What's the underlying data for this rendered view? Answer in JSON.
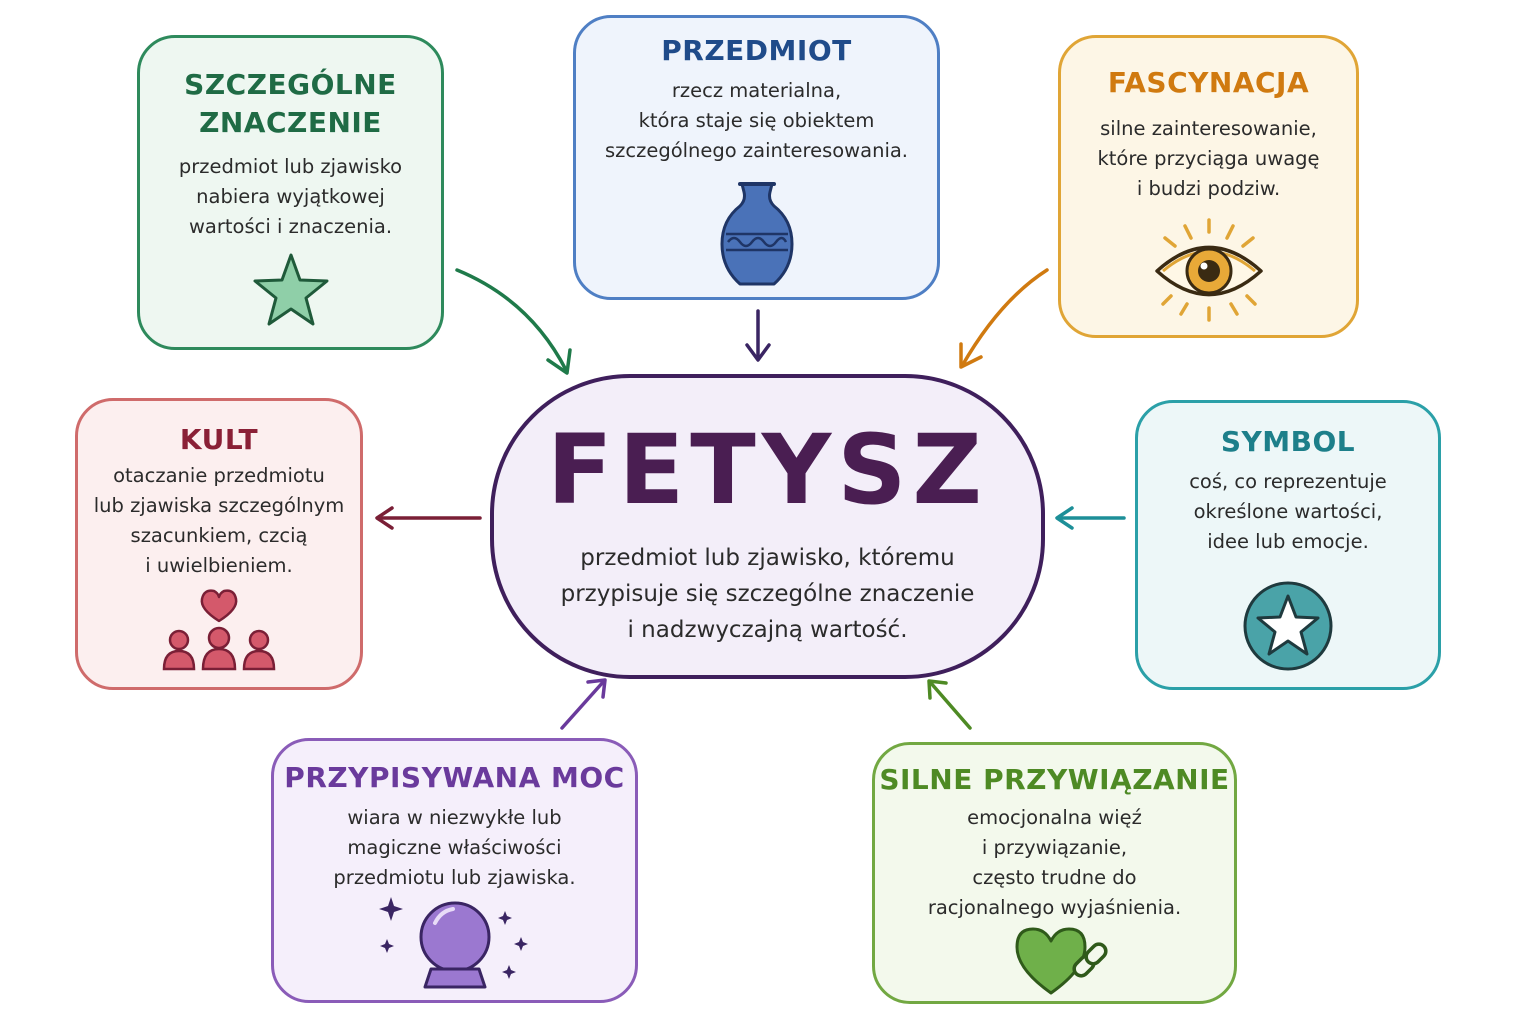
{
  "center": {
    "title": "FETYSZ",
    "description": "przedmiot lub zjawisko, któremu\nprzypisuje się szczególne znaczenie\ni nadzwyczajną wartość."
  },
  "nodes": {
    "szczegolne": {
      "title": "SZCZEGÓLNE\nZNACZENIE",
      "text": "przedmiot lub zjawisko\nnabiera wyjątkowej\nwartości i znaczenia.",
      "icon": "star-icon",
      "color": "#2e8a5c"
    },
    "przedmiot": {
      "title": "PRZEDMIOT",
      "text": "rzecz materialna,\nktóra staje się obiektem\nszczególnego zainteresowania.",
      "icon": "vase-icon",
      "color": "#4f7fc4"
    },
    "fascynacja": {
      "title": "FASCYNACJA",
      "text": "silne zainteresowanie,\nktóre przyciąga uwagę\ni budzi podziw.",
      "icon": "eye-icon",
      "color": "#e0a536"
    },
    "kult": {
      "title": "KULT",
      "text": "otaczanie przedmiotu\nlub zjawiska szczególnym\nszacunkiem, czcią\ni uwielbieniem.",
      "icon": "people-heart-icon",
      "color": "#cf6b6b"
    },
    "symbol": {
      "title": "SYMBOL",
      "text": "coś, co reprezentuje\nokreślone wartości,\nidee lub emocje.",
      "icon": "star-badge-icon",
      "color": "#2ba0a8"
    },
    "moc": {
      "title": "PRZYPISYWANA MOC",
      "text": "wiara w niezwykłe lub\nmagiczne właściwości\nprzedmiotu lub zjawiska.",
      "icon": "crystal-ball-icon",
      "color": "#8a5cb8"
    },
    "przywiazanie": {
      "title": "SILNE PRZYWIĄZANIE",
      "text": "emocjonalna więź\ni przywiązanie,\nczęsto trudne do\nracjonalnego wyjaśnienia.",
      "icon": "heart-chain-icon",
      "color": "#72a842"
    }
  }
}
